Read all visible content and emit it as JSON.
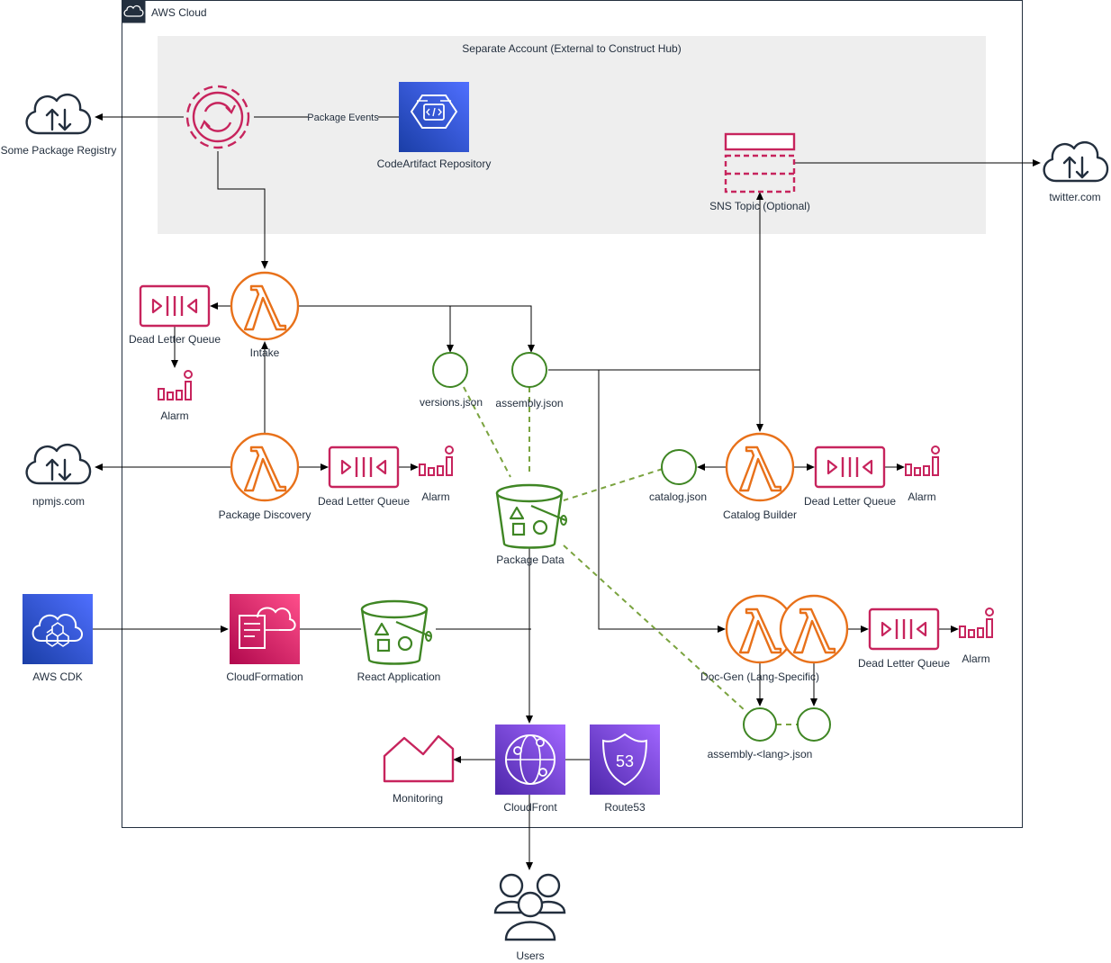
{
  "cloud": {
    "title": "AWS Cloud"
  },
  "account": {
    "title": "Separate Account (External to Construct Hub)"
  },
  "edge": {
    "package_events": "Package Events"
  },
  "nodes": {
    "some_registry": "Some Package Registry",
    "codeartifact": "CodeArtifact Repository",
    "sns_topic": "SNS Topic (Optional)",
    "twitter": "twitter.com",
    "intake_dlq": "Dead Letter Queue",
    "intake": "Intake",
    "intake_alarm": "Alarm",
    "versions_json": "versions.json",
    "assembly_json": "assembly.json",
    "npmjs": "npmjs.com",
    "package_discovery": "Package Discovery",
    "discovery_dlq": "Dead Letter Queue",
    "discovery_alarm": "Alarm",
    "package_data": "Package Data",
    "catalog_json": "catalog.json",
    "catalog_builder": "Catalog Builder",
    "catalog_dlq": "Dead Letter Queue",
    "catalog_alarm": "Alarm",
    "aws_cdk": "AWS CDK",
    "cloudformation": "CloudFormation",
    "react_app": "React Application",
    "docgen": "Doc-Gen (Lang-Specific)",
    "docgen_dlq": "Dead Letter Queue",
    "docgen_alarm": "Alarm",
    "assembly_lang_json": "assembly-<lang>.json",
    "monitoring": "Monitoring",
    "cloudfront": "CloudFront",
    "route53": "Route53",
    "route53_badge": "53",
    "users": "Users"
  },
  "colors": {
    "compute": "#e8711a",
    "integration": "#c7245d",
    "storage": "#3f8624",
    "networking_dark": "#4d27aa",
    "networking_light": "#a166ff",
    "management_dark": "#1a3ea6",
    "management_light": "#4f6fff",
    "cf_dark": "#b0084d",
    "cf_light": "#ff4f8b",
    "account_bg": "#eeeeee",
    "dashed_link": "#7aa33f",
    "line": "#000000"
  }
}
